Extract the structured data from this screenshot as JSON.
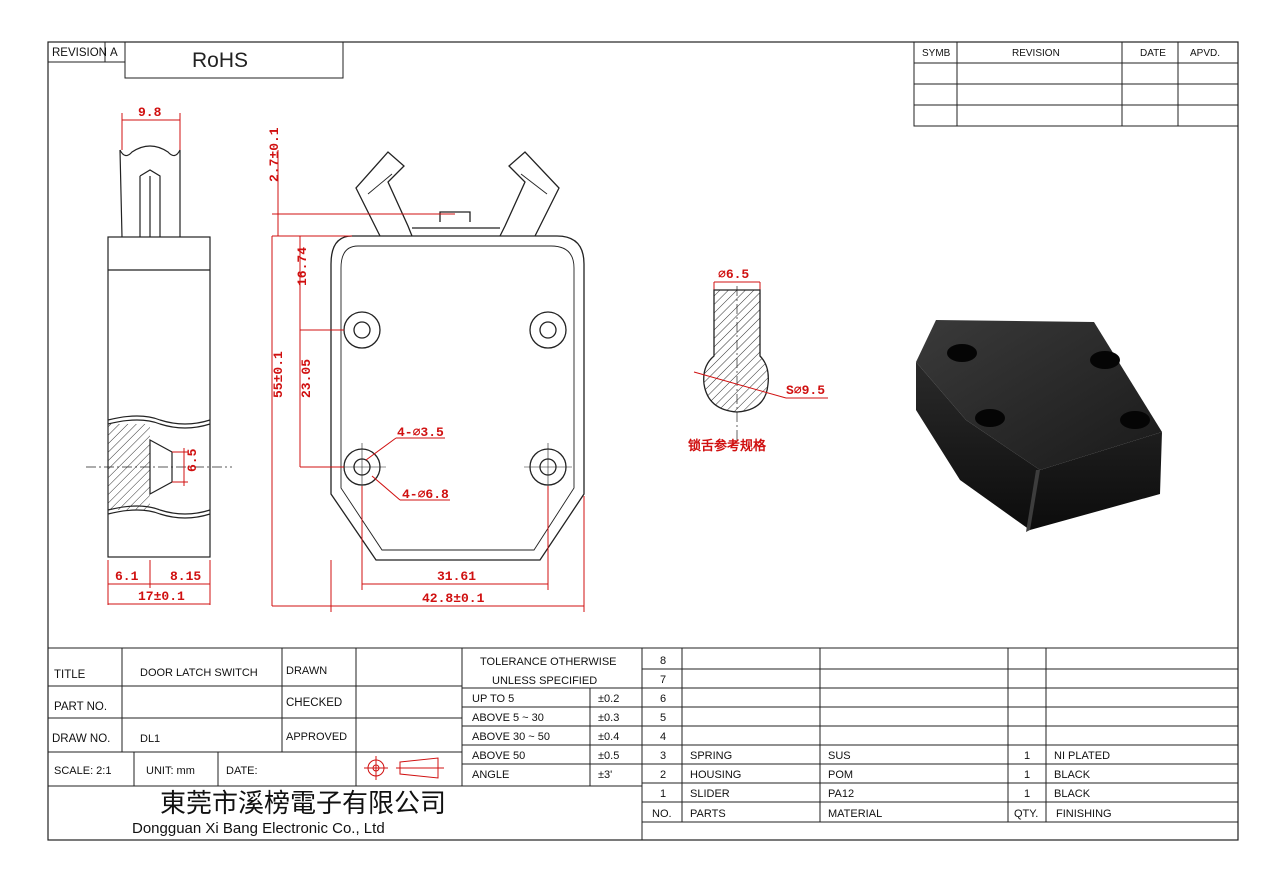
{
  "header": {
    "revision_label": "REVISION",
    "revision_value": "A",
    "rohs": "RoHS"
  },
  "revision_table": {
    "headers": [
      "SYMB",
      "REVISION",
      "DATE",
      "APVD."
    ]
  },
  "dimensions": {
    "side_width": "9.8",
    "tab_height": "2.7±0.1",
    "upper_hole": "16.74",
    "total_height": "55±0.1",
    "hole_spacing": "23.05",
    "small_hole": "4-⌀3.5",
    "large_hole": "4-⌀6.8",
    "side_hole": "6.5",
    "side_left": "6.1",
    "side_right": "8.15",
    "side_total": "17±0.1",
    "hole_span": "31.61",
    "body_width": "42.8±0.1",
    "key_width": "⌀6.5",
    "key_sphere": "S⌀9.5",
    "key_note": "锁舌参考规格"
  },
  "title_block": {
    "title_label": "TITLE",
    "title_value": "DOOR LATCH SWITCH",
    "part_label": "PART NO.",
    "part_value": "",
    "draw_label": "DRAW NO.",
    "draw_value": "DL1",
    "scale": "SCALE: 2:1",
    "unit": "UNIT: mm",
    "date": "DATE:",
    "drawn": "DRAWN",
    "checked": "CHECKED",
    "approved": "APPROVED",
    "company_cn": "東莞市溪榜電子有限公司",
    "company_en": "Dongguan Xi Bang Electronic Co., Ltd"
  },
  "tolerance": {
    "heading1": "TOLERANCE OTHERWISE",
    "heading2": "UNLESS SPECIFIED",
    "rows": [
      {
        "range": "UP TO 5",
        "tol": "±0.2"
      },
      {
        "range": "ABOVE 5 ~ 30",
        "tol": "±0.3"
      },
      {
        "range": "ABOVE 30 ~ 50",
        "tol": "±0.4"
      },
      {
        "range": "ABOVE 50",
        "tol": "±0.5"
      },
      {
        "range": "ANGLE",
        "tol": "±3'"
      }
    ]
  },
  "bom": {
    "header": {
      "no": "NO.",
      "part": "PARTS",
      "material": "MATERIAL",
      "qty": "QTY.",
      "finish": "FINISHING"
    },
    "rows": [
      {
        "no": "8",
        "part": "",
        "material": "",
        "qty": "",
        "finish": ""
      },
      {
        "no": "7",
        "part": "",
        "material": "",
        "qty": "",
        "finish": ""
      },
      {
        "no": "6",
        "part": "",
        "material": "",
        "qty": "",
        "finish": ""
      },
      {
        "no": "5",
        "part": "",
        "material": "",
        "qty": "",
        "finish": ""
      },
      {
        "no": "4",
        "part": "",
        "material": "",
        "qty": "",
        "finish": ""
      },
      {
        "no": "3",
        "part": "SPRING",
        "material": "SUS",
        "qty": "1",
        "finish": "NI PLATED"
      },
      {
        "no": "2",
        "part": "HOUSING",
        "material": "POM",
        "qty": "1",
        "finish": "BLACK"
      },
      {
        "no": "1",
        "part": "SLIDER",
        "material": "PA12",
        "qty": "1",
        "finish": "BLACK"
      }
    ]
  }
}
